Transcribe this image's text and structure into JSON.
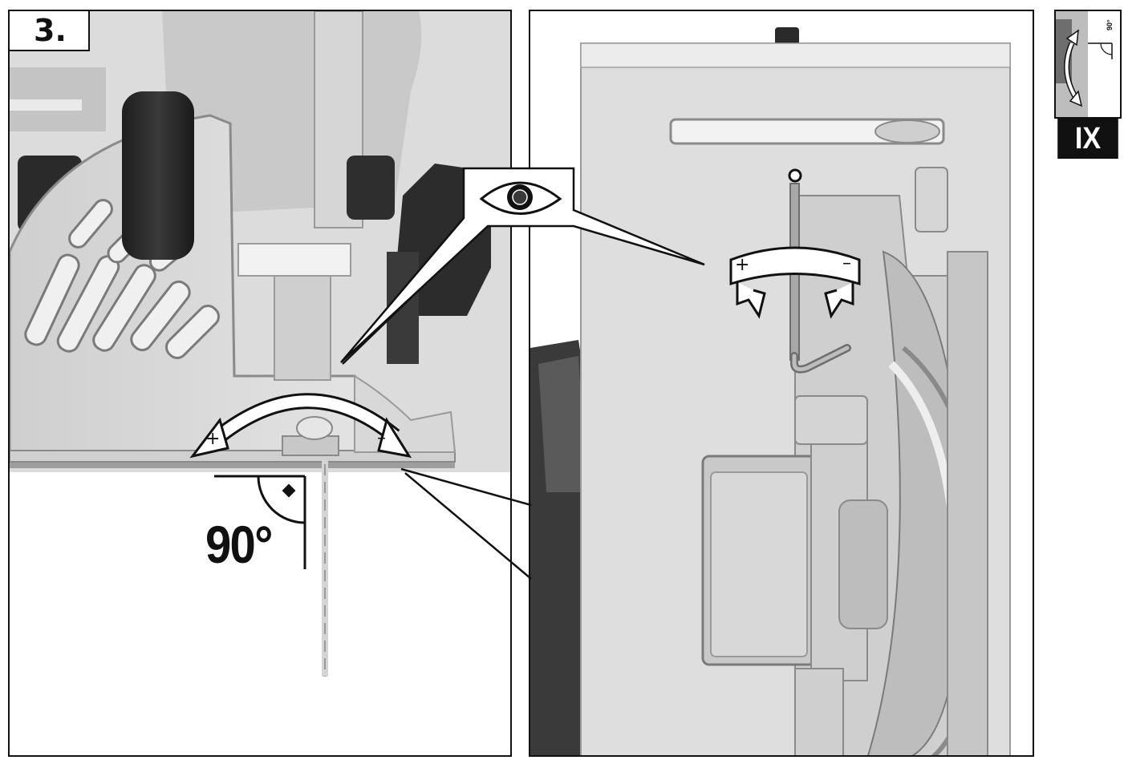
{
  "step": {
    "label": "3."
  },
  "angle": {
    "label": "90°"
  },
  "thumbnail": {
    "label": "IX",
    "angle_text": "90°"
  },
  "adjust": {
    "plus": "+",
    "minus": "–"
  },
  "colors": {
    "ink": "#111111",
    "metal_light": "#d9d9d9",
    "metal_mid": "#b8b8b8",
    "metal_dark": "#6e6e6e",
    "knob": "#262626"
  },
  "icons": [
    "eye-icon",
    "rotate-arrow-icon",
    "curved-double-arrow-icon",
    "right-angle-icon"
  ]
}
